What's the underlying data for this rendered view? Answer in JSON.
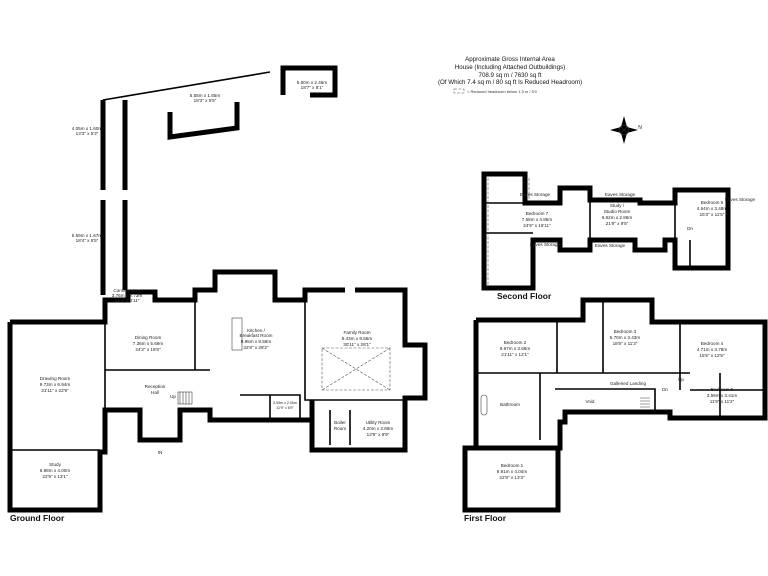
{
  "area_info": {
    "line1": "Approximate Gross Internal Area",
    "line2": "House (Including Attached Outbuildings)",
    "line3": "708.9 sq m / 7630 sq ft",
    "line4": "(Of Which 7.4 sq m / 80 sq ft Is Reduced Headroom)",
    "legend": "= Reduced headroom below 1.5 m / 5'0"
  },
  "compass": {
    "label": "N"
  },
  "ground_floor": {
    "title": "Ground Floor",
    "rooms": [
      {
        "name": "Drawing Room",
        "metric": "9.73m x 6.94m",
        "imperial": "31'11\" x 22'9\""
      },
      {
        "name": "Study",
        "metric": "6.98m x 4.00m",
        "imperial": "22'9\" x 13'1\""
      },
      {
        "name": "Conservatory",
        "metric": "3.76m x 2.73m",
        "imperial": "12'4\" x 8'11\""
      },
      {
        "name": "Dining Room",
        "metric": "7.36m x 5.69m",
        "imperial": "24'2\" x 18'8\""
      },
      {
        "name": "Reception",
        "name2": "Hall"
      },
      {
        "name": "Kitchen /",
        "name2": "Breakfast Room",
        "metric": "9.95m x 8.58m",
        "imperial": "32'8\" x 28'2\""
      },
      {
        "name": "Family Room",
        "metric": "9.43m x 8.55m",
        "imperial": "30'11\" x 28'1\""
      },
      {
        "metric": "3.59m x 2.05m",
        "imperial": "11'9\" x 6'9\""
      },
      {
        "name": "Boiler",
        "name2": "Room"
      },
      {
        "name": "Utility Room",
        "metric": "4.20m x 2.66m",
        "imperial": "13'9\" x 8'9\""
      },
      {
        "metric": "4.05m x 1.60m",
        "imperial": "13'3\" x 5'3\""
      },
      {
        "metric": "5.59m x 1.67m",
        "imperial": "18'4\" x 5'5\""
      },
      {
        "metric": "5.55m x 1.65m",
        "imperial": "18'3\" x 5'5\""
      },
      {
        "metric": "5.60m x 2.46m",
        "imperial": "18'7\" x 8'1\""
      }
    ],
    "entrance": "IN",
    "stairs": "Up"
  },
  "first_floor": {
    "title": "First Floor",
    "rooms": [
      {
        "name": "Bedroom 2",
        "metric": "6.67m x 3.68m",
        "imperial": "21'11\" x 12'1\""
      },
      {
        "name": "Bedroom 3",
        "metric": "5.70m x 3.43m",
        "imperial": "18'8\" x 11'3\""
      },
      {
        "name": "Bedroom 4",
        "metric": "4.71m x 3.78m",
        "imperial": "15'5\" x 12'5\""
      },
      {
        "name": "Bedroom 5",
        "metric": "3.59m x 3.41m",
        "imperial": "11'9\" x 11'2\""
      },
      {
        "name": "Galleried Landing"
      },
      {
        "name": "Void"
      },
      {
        "name": "Bathroom"
      },
      {
        "name": "Bedroom 1",
        "metric": "6.91m x 4.04m",
        "imperial": "22'8\" x 13'3\""
      }
    ],
    "stairs_up": "Up",
    "stairs_down": "Dn"
  },
  "second_floor": {
    "title": "Second Floor",
    "rooms": [
      {
        "name": "Bedroom 7",
        "metric": "7.58m x 4.85m",
        "imperial": "24'9\" x 15'11\""
      },
      {
        "name": "Study /",
        "name2": "Studio Room",
        "metric": "6.62m x 2.86m",
        "imperial": "21'9\" x 9'5\""
      },
      {
        "name": "Bedroom 6",
        "metric": "4.64m x 3.48m",
        "imperial": "15'3\" x 11'5\""
      }
    ],
    "eaves": [
      "Eaves Storage",
      "Eaves Storage",
      "Eaves Storage",
      "Eaves Storage",
      "Eaves Storage"
    ],
    "stairs_down": "Dn"
  }
}
